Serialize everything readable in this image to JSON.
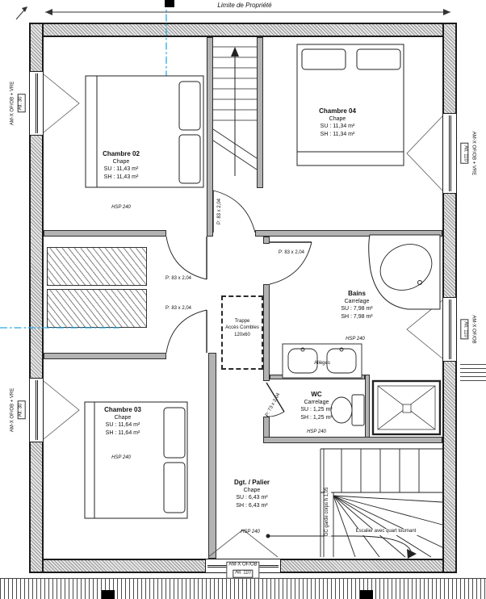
{
  "colors": {
    "reference_line": "#29abe2",
    "wall_fill": "#b3b3b3"
  },
  "meta": {
    "property_line": "Limite de Propriété"
  },
  "rooms": {
    "ch02": {
      "name": "Chambre 02",
      "floor": "Chape",
      "su": "SU : 11,43 m²",
      "sh": "SH : 11,43 m²",
      "hsp": "HSP 240"
    },
    "ch04": {
      "name": "Chambre 04",
      "floor": "Chape",
      "su": "SU : 11,34 m²",
      "sh": "SH : 11,34 m²"
    },
    "bains": {
      "name": "Bains",
      "floor": "Carrelage",
      "su": "SU : 7,98 m²",
      "sh": "SH : 7,98 m²",
      "hsp": "HSP 240"
    },
    "wc": {
      "name": "WC",
      "floor": "Carrelage",
      "su": "SU : 1,25 m²",
      "sh": "SH : 1,25 m²",
      "hsp": "HSP 240"
    },
    "ch03": {
      "name": "Chambre 03",
      "floor": "Chape",
      "su": "SU : 11,64 m²",
      "sh": "SH : 11,64 m²",
      "hsp": "HSP 240"
    },
    "palier": {
      "name": "Dgt. / Palier",
      "floor": "Chape",
      "su": "SU : 6,43 m²",
      "sh": "SH : 6,43 m²",
      "hsp": "HSP 240"
    }
  },
  "doors": {
    "d83": "P: 83 x 2,04",
    "d73": "P: 73 x 2,04"
  },
  "windows": {
    "left_top": {
      "l1": "AM-X OF/OB + VRE",
      "l2": "All. 30"
    },
    "left_bottom": {
      "l1": "AM-X OF/OB + VRE",
      "l2": "All. 30"
    },
    "right_top": {
      "l1": "AM-X OF/OB + VRE",
      "l2": "All. 110"
    },
    "right_mid": {
      "l1": "AM-X OF/OB",
      "l2": "All. 110"
    },
    "bottom": {
      "l1": "AM-X OF/OB",
      "l2": "All. 110"
    }
  },
  "annotations": {
    "attic1": "Trappe",
    "attic2": "Accès Combles",
    "attic3": "120x60",
    "sinks": "Allèges",
    "stair1": "Escalier avec quart tournant",
    "stair2": "GC garde corps h 1,05"
  }
}
